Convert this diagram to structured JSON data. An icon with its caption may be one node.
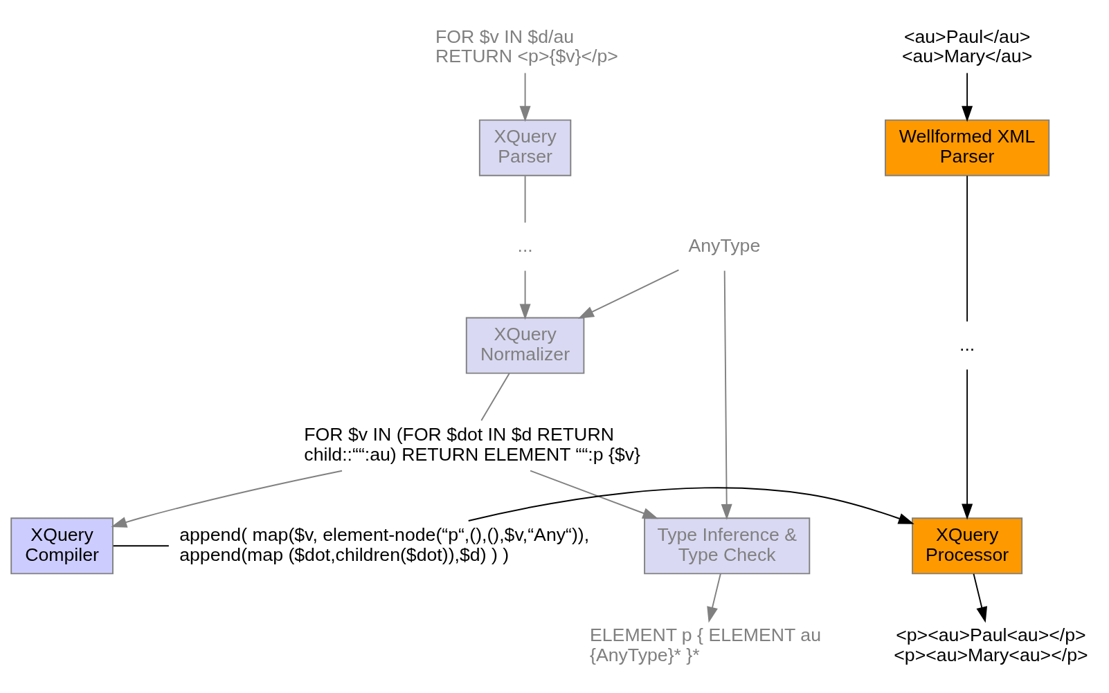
{
  "diagram": {
    "nodes": [
      {
        "text": [
          "FOR $v IN $d/au RETURN <p>{$v}</p>"
        ]
      },
      {
        "text": [
          "XQuery Parser"
        ]
      },
      {
        "text": [
          "..."
        ]
      },
      {
        "text": [
          "AnyType"
        ]
      },
      {
        "text": [
          "XQuery Normalizer"
        ]
      },
      {
        "text": [
          "Type Inference & Type Check"
        ]
      },
      {
        "text": [
          "FOR $v IN (FOR $dot IN $d RETURN child::““:au) RETURN ELEMENT ““:p {$v}"
        ]
      },
      {
        "text": [
          "ELEMENT p { ELEMENT au {AnyType}* }*"
        ]
      },
      {
        "text": [
          "XQuery Compiler"
        ]
      },
      {
        "text": [
          "append( map($v, element-node(“p“,(),(),$v,“Any“)), append(map ($dot,children($dot)),$d) ) )"
        ]
      },
      {
        "text": [
          "<au>Paul</au> <au>Mary</au>"
        ]
      },
      {
        "text": [
          "Wellformed XML Parser"
        ]
      },
      {
        "text": [
          "..."
        ]
      },
      {
        "text": [
          "XQuery Processor"
        ]
      },
      {
        "text": [
          "<p><au>Paul<au></p> <p><au>Mary<au></p>"
        ]
      }
    ],
    "edges": [
      {
        "from": 0,
        "to": 1,
        "arrow": "to"
      },
      {
        "from": 1,
        "to": 2,
        "arrow": "none"
      },
      {
        "from": 2,
        "to": 4,
        "arrow": "to"
      },
      {
        "from": 3,
        "to": 4,
        "arrow": "to"
      },
      {
        "from": 3,
        "to": 5,
        "arrow": "to"
      },
      {
        "from": 4,
        "to": 6,
        "arrow": "none"
      },
      {
        "from": 6,
        "to": 5,
        "arrow": "to"
      },
      {
        "from": 5,
        "to": 7,
        "arrow": "to"
      },
      {
        "from": 6,
        "to": 8,
        "arrow": "to"
      },
      {
        "from": 8,
        "to": 9,
        "arrow": "none",
        "color": "#000000"
      },
      {
        "from": 9,
        "to": 13,
        "arrow": "to",
        "color": "#000000"
      },
      {
        "from": 10,
        "to": 11,
        "arrow": "to",
        "color": "#000000"
      },
      {
        "from": 11,
        "to": 12,
        "arrow": "none",
        "color": "#000000"
      },
      {
        "from": 12,
        "to": 13,
        "arrow": "to",
        "color": "#000000"
      },
      {
        "from": 13,
        "to": 14,
        "arrow": "to",
        "color": "#000000"
      }
    ]
  }
}
